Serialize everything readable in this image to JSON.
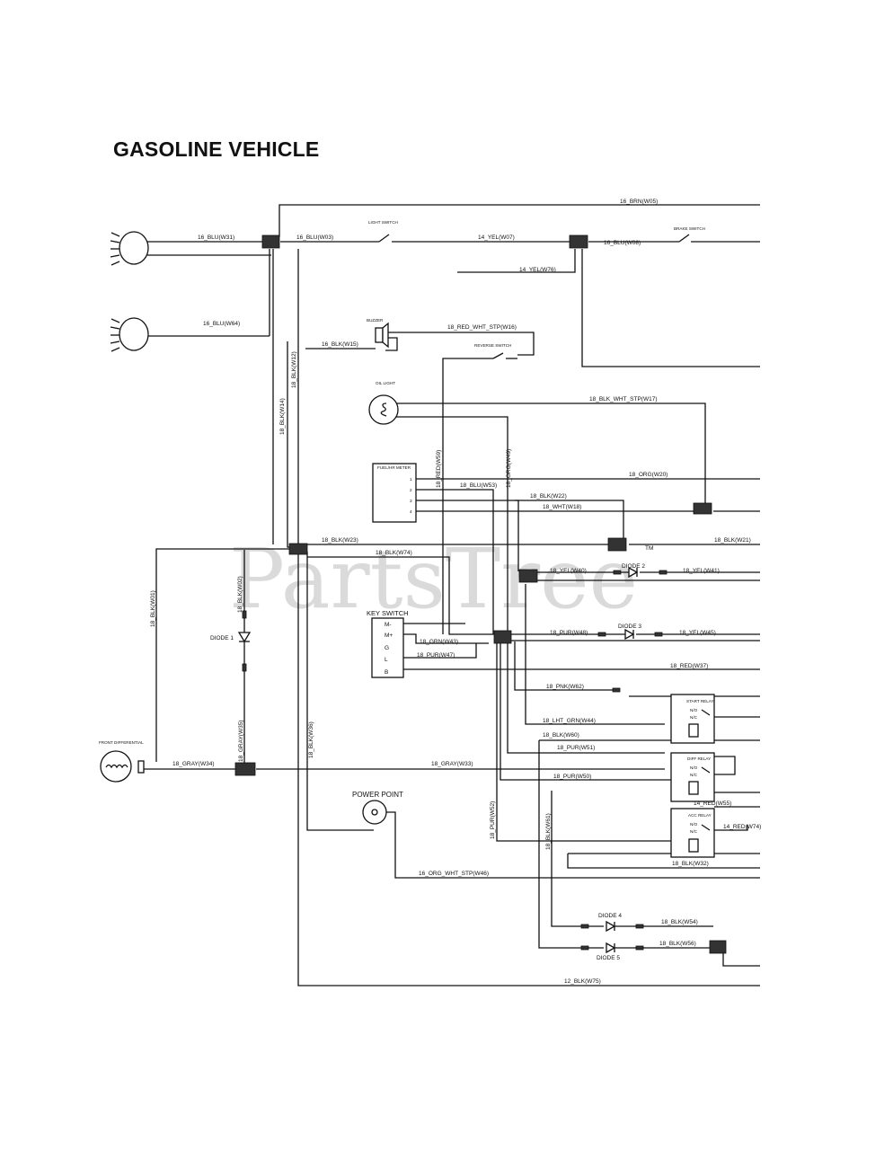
{
  "title": "GASOLINE VEHICLE",
  "watermark": "PartsTree",
  "watermark_tm": "TM",
  "components": {
    "light_switch": "LIGHT SWITCH",
    "brake_switch": "BRAKE SWITCH",
    "buzzer": "BUZZER",
    "reverse_switch": "REVERSE SWITCH",
    "oil_light": "OIL LIGHT",
    "fuel_meter": "FUEL/HR METER",
    "fuel_meter_pins": [
      "1",
      "2",
      "3",
      "4"
    ],
    "key_switch": "KEY SWITCH",
    "key_pins": [
      "M-",
      "M+",
      "G",
      "L",
      "B"
    ],
    "diode1": "DIODE 1",
    "diode2": "DIODE 2",
    "diode3": "DIODE 3",
    "diode4": "DIODE 4",
    "diode5": "DIODE 5",
    "front_differential": "FRONT DIFFERENTIAL",
    "power_point": "POWER POINT",
    "start_relay": "START RELAY",
    "diff_relay": "DIFF RELAY",
    "acc_relay": "ACC RELAY",
    "relay_no": "N/O",
    "relay_nc": "N/C"
  },
  "wires": {
    "w05": "16_BRN(W05)",
    "w31": "16_BLU(W31)",
    "w03": "16_BLU(W03)",
    "w07": "14_YEL(W07)",
    "w08": "16_BLU(W08)",
    "w76": "14_YEL(W76)",
    "w64": "16_BLU(W64)",
    "w16": "18_RED_WHT_STP(W16)",
    "w15": "16_BLK(W15)",
    "w12": "18_BLK(W12)",
    "w14": "18_BLK(W14)",
    "w17": "18_BLK_WHT_STP(W17)",
    "w59": "18_RED(W59)",
    "w49": "18_ORG(W49)",
    "w53": "18_BLU(W53)",
    "w20": "18_ORG(W20)",
    "w22": "18_BLK(W22)",
    "w18": "18_WHT(W18)",
    "w23": "18_BLK(W23)",
    "w21": "18_BLK(W21)",
    "w74": "18_BLK(W74)",
    "w40": "18_YEL(W40)",
    "w41": "18_YEL(W41)",
    "w01": "18_BLK(W01)",
    "w02": "18_BLK(W02)",
    "w43": "18_GRN(W43)",
    "w48": "18_PUR(W48)",
    "w45": "18_YEL(W45)",
    "w47": "18_PUR(W47)",
    "w37": "18_RED(W37)",
    "w62": "18_PNK(W62)",
    "w44": "18_LHT_GRN(W44)",
    "w60": "18_BLK(W60)",
    "w51": "18_PUR(W51)",
    "w34": "18_GRAY(W34)",
    "w33": "18_GRAY(W33)",
    "w35": "18_GRAY(W35)",
    "w36": "18_BLK(W36)",
    "w50": "18_PUR(W50)",
    "w55": "14_RED(W55)",
    "w74r": "14_RED(W74)",
    "w52": "18_PUR(W52)",
    "w61": "18_BLK(W61)",
    "w32": "18_BLK(W32)",
    "w46": "16_ORG_WHT_STP(W46)",
    "w54": "18_BLK(W54)",
    "w56": "18_BLK(W56)",
    "w75": "12_BLK(W75)"
  }
}
